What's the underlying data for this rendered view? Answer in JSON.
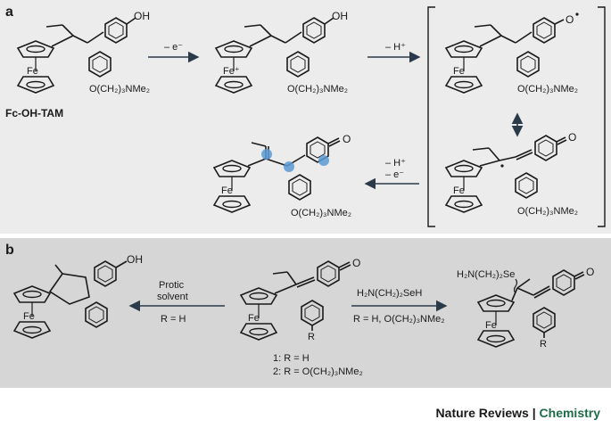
{
  "panel_a": {
    "label": "a",
    "compound_name": "Fc-OH-TAM",
    "step1_reagent": "– e⁻",
    "step2_reagent": "– H⁺",
    "step3_reagent_line1": "– H⁺",
    "step3_reagent_line2": "– e⁻",
    "oh": "OH",
    "o_radical": "O",
    "o_quinone": "O",
    "fe": "Fe",
    "fe_plus": "Fe⁺",
    "amine_sub": "O(CH₂)₃NMe₂"
  },
  "panel_b": {
    "label": "b",
    "left_condition_line1": "Protic",
    "left_condition_line2": "solvent",
    "left_condition_r": "R = H",
    "right_reagent": "H₂N(CH₂)₂SeH",
    "right_condition_r": "R = H, O(CH₂)₃NMe₂",
    "compound1": "1: R = H",
    "compound2": "2: R = O(CH₂)₃NMe₂",
    "r_label": "R",
    "se_adduct": "H₂N(CH₂)₂Se",
    "oh": "OH",
    "o": "O",
    "fe": "Fe"
  },
  "footer": {
    "journal_left": "Nature Reviews",
    "separator": " | ",
    "journal_right": "Chemistry"
  },
  "colors": {
    "panel_a_bg": "#ececec",
    "panel_b_bg": "#d6d6d6",
    "radical_highlight": "#5b9bd5",
    "journal_accent": "#1e6b4a"
  }
}
